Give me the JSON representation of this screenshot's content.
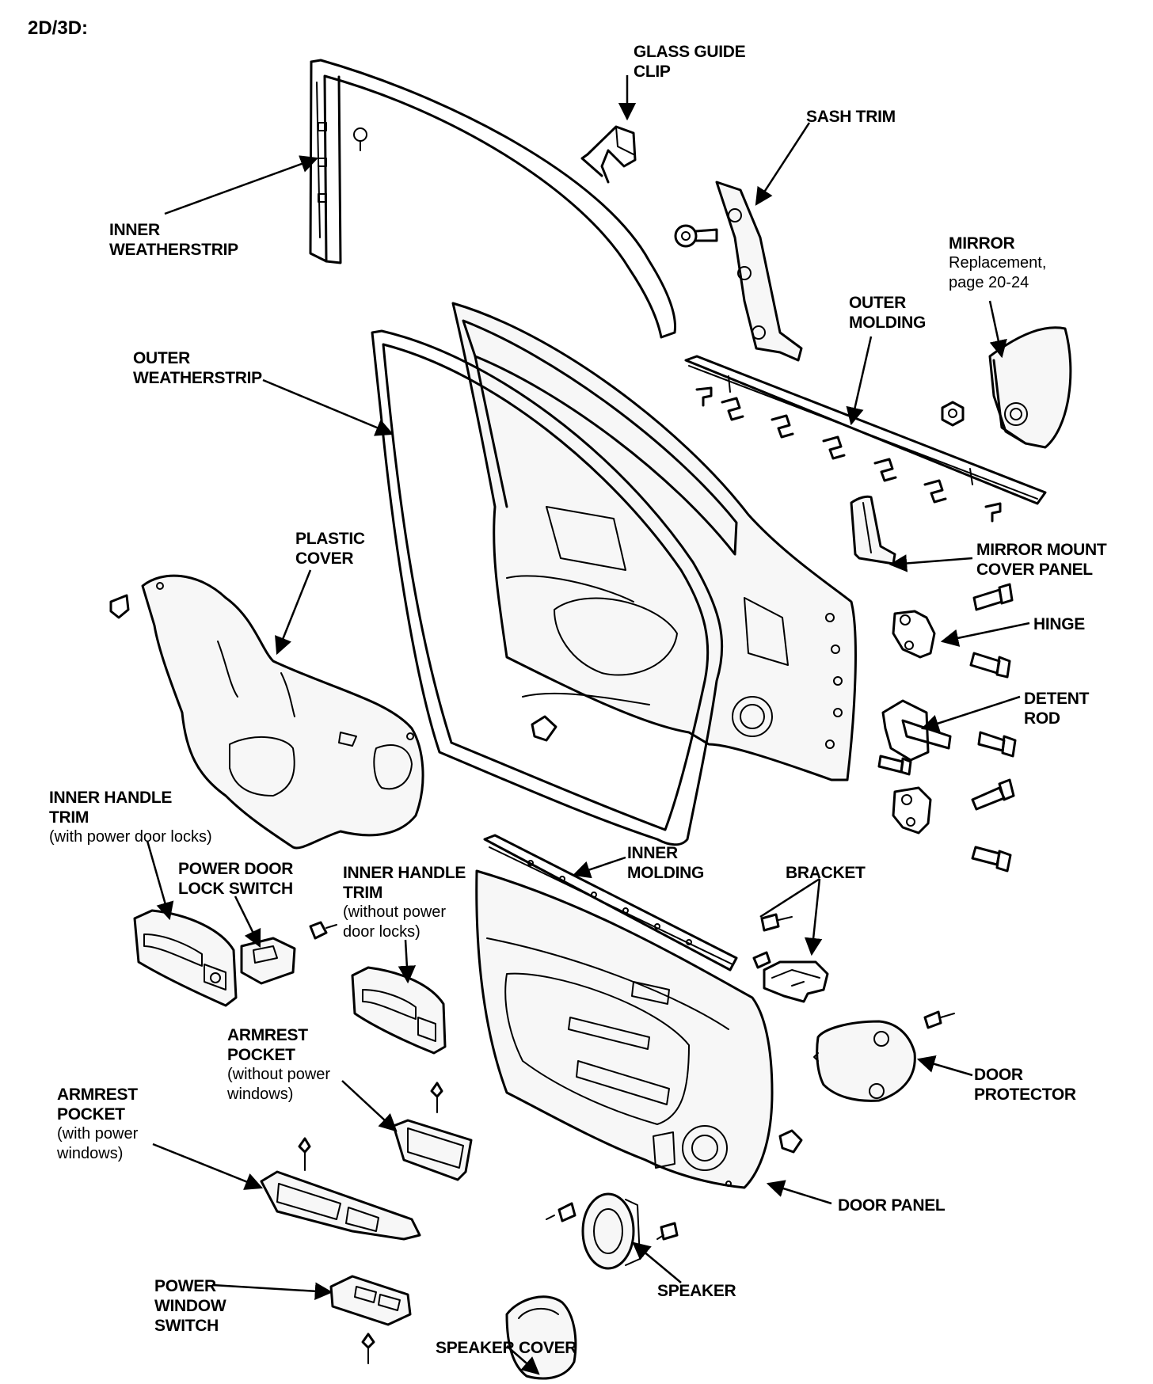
{
  "header": {
    "model_label": "2D/3D:"
  },
  "labels": {
    "glass_guide_clip": [
      "GLASS GUIDE",
      "CLIP"
    ],
    "sash_trim": [
      "SASH TRIM"
    ],
    "inner_weatherstrip": [
      "INNER",
      "WEATHERSTRIP"
    ],
    "mirror": {
      "lines": [
        "MIRROR"
      ],
      "notes": [
        "Replacement,",
        "page 20-24"
      ]
    },
    "outer_molding": [
      "OUTER",
      "MOLDING"
    ],
    "outer_weatherstrip": [
      "OUTER",
      "WEATHERSTRIP"
    ],
    "plastic_cover": [
      "PLASTIC",
      "COVER"
    ],
    "mirror_mount_cover_panel": [
      "MIRROR MOUNT",
      "COVER PANEL"
    ],
    "hinge": [
      "HINGE"
    ],
    "detent_rod": [
      "DETENT",
      "ROD"
    ],
    "inner_handle_trim_power": {
      "lines": [
        "INNER HANDLE",
        "TRIM"
      ],
      "notes": [
        "(with power door locks)"
      ]
    },
    "power_door_lock_switch": [
      "POWER DOOR",
      "LOCK SWITCH"
    ],
    "inner_handle_trim_no_power": {
      "lines": [
        "INNER HANDLE",
        "TRIM"
      ],
      "notes": [
        "(without power",
        "door locks)"
      ]
    },
    "inner_molding": [
      "INNER",
      "MOLDING"
    ],
    "bracket": [
      "BRACKET"
    ],
    "armrest_pocket_no_power": {
      "lines": [
        "ARMREST",
        "POCKET"
      ],
      "notes": [
        "(without power",
        "windows)"
      ]
    },
    "armrest_pocket_power": {
      "lines": [
        "ARMREST",
        "POCKET"
      ],
      "notes": [
        "(with power",
        "windows)"
      ]
    },
    "door_protector": [
      "DOOR",
      "PROTECTOR"
    ],
    "door_panel": [
      "DOOR PANEL"
    ],
    "power_window_switch": [
      "POWER",
      "WINDOW",
      "SWITCH"
    ],
    "speaker": [
      "SPEAKER"
    ],
    "speaker_cover": [
      "SPEAKER COVER"
    ]
  },
  "style": {
    "ink": "#000000",
    "paper": "#ffffff"
  }
}
